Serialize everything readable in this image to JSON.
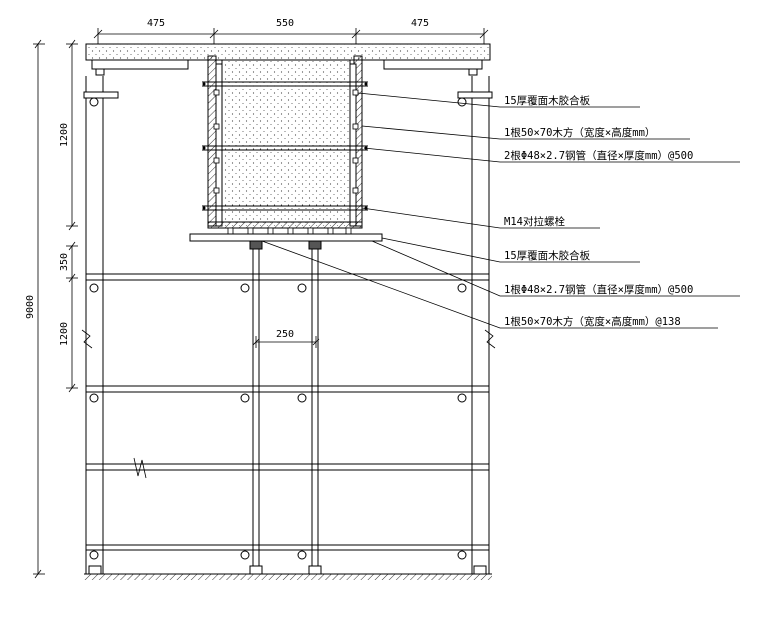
{
  "dimensions": {
    "top_left": "475",
    "top_center": "550",
    "top_right": "475",
    "height_total": "9000",
    "height_beam": "1200",
    "height_step_small": "350",
    "height_step": "1200",
    "pole_spacing": "250"
  },
  "callouts": [
    "15厚覆面木胶合板",
    "1根50×70木方（宽度×高度mm）",
    "2根Φ48×2.7钢管（直径×厚度mm）@500",
    "M14对拉螺栓",
    "15厚覆面木胶合板",
    "1根Φ48×2.7钢管（直径×厚度mm）@500",
    "1根50×70木方（宽度×高度mm）@138"
  ],
  "colors": {
    "line": "#000000",
    "background": "#ffffff"
  }
}
